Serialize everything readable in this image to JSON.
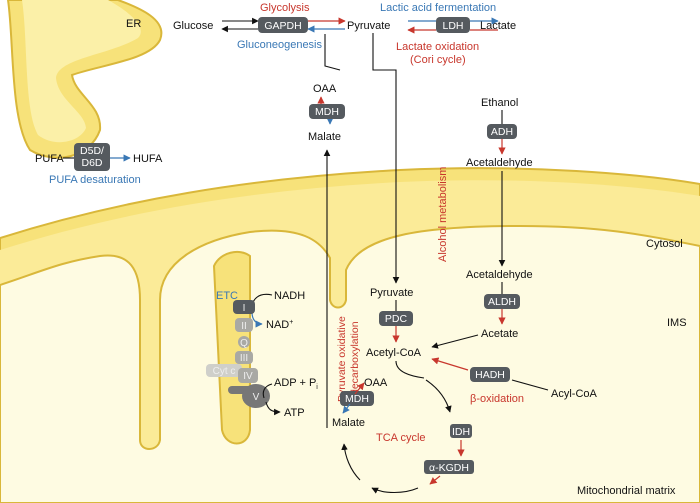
{
  "compartments": {
    "er": "ER",
    "cytosol": "Cytosol",
    "ims": "IMS",
    "matrix": "Mitochondrial matrix"
  },
  "glycolysis": {
    "label": "Glycolysis",
    "gluconeogenesis": "Gluconeogenesis",
    "glucose": "Glucose",
    "enzyme": "GAPDH",
    "pyruvate": "Pyruvate"
  },
  "lactate": {
    "fermentation": "Lactic acid fermentation",
    "enzyme": "LDH",
    "lactate": "Lactate",
    "oxidation": "Lactate oxidation",
    "cori": "(Cori cycle)"
  },
  "malate_shuttle": {
    "oaa": "OAA",
    "enzyme": "MDH",
    "malate": "Malate"
  },
  "pufa": {
    "pufa": "PUFA",
    "enzyme_line1": "D5D/",
    "enzyme_line2": "D6D",
    "hufa": "HUFA",
    "label": "PUFA desaturation"
  },
  "alcohol": {
    "ethanol": "Ethanol",
    "adh": "ADH",
    "acetaldehyde": "Acetaldehyde",
    "label": "Alcohol metabolism",
    "acetaldehyde_mito": "Acetaldehyde",
    "aldh": "ALDH",
    "acetate": "Acetate"
  },
  "mito": {
    "pyruvate": "Pyruvate",
    "pdc": "PDC",
    "acetyl_coa": "Acetyl-CoA",
    "pdc_label_line1": "Pyruvate oxidative",
    "pdc_label_line2": "decarboxylation",
    "hadh": "HADH",
    "acyl_coa": "Acyl-CoA",
    "beta_ox": "β-oxidation",
    "oaa": "OAA",
    "mdh": "MDH",
    "malate": "Malate",
    "tca": "TCA cycle",
    "idh": "IDH",
    "akgdh": "α-KGDH"
  },
  "etc": {
    "label": "ETC",
    "nadh": "NADH",
    "nad": "NAD",
    "nad_sup": "+",
    "complex_i": "I",
    "complex_ii": "II",
    "complex_q": "Q",
    "complex_iii": "III",
    "cytc": "Cyt c",
    "complex_iv": "IV",
    "complex_v": "V",
    "adp": "ADP + P",
    "adp_sub": "i",
    "atp": "ATP"
  },
  "colors": {
    "membrane_fill": "#f7e27a",
    "membrane_edge": "#d9b73a",
    "matrix": "#fefbe2",
    "red": "#c8372d",
    "blue": "#3a78b5",
    "enzyme_box": "#555a5f"
  }
}
